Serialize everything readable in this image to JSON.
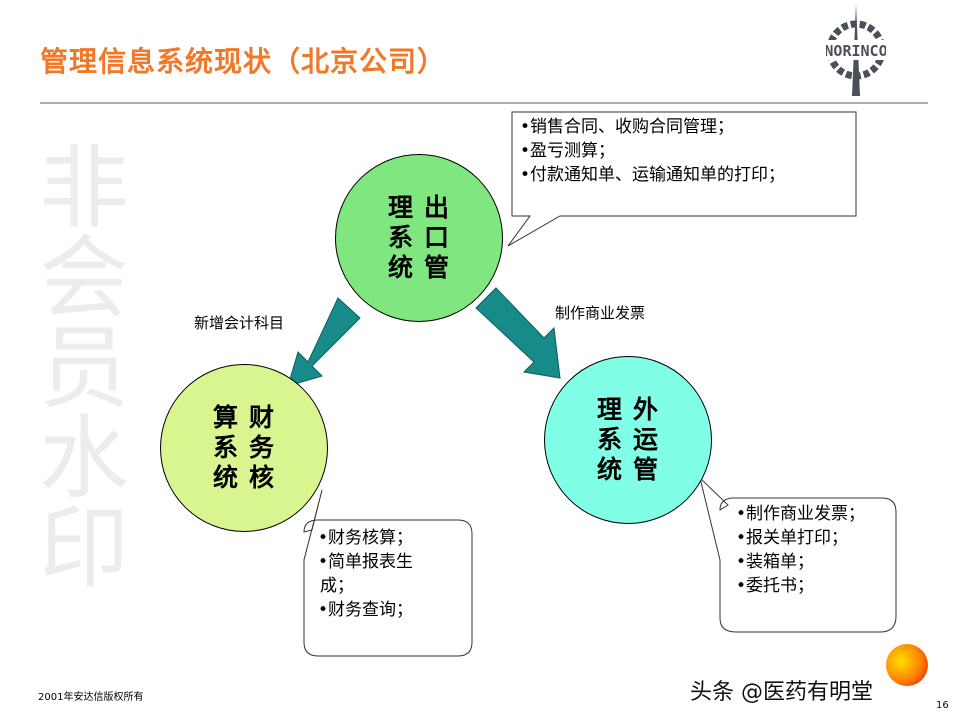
{
  "title": "管理信息系统现状（北京公司）",
  "logo_text": "NORINCO",
  "top_circle": {
    "right_col": "出口管",
    "left_col": "理系统",
    "color": "#80e680"
  },
  "left_circle": {
    "right_col": "财务核",
    "left_col": "算系统",
    "color": "#d8f590"
  },
  "right_circle": {
    "right_col": "外运管",
    "left_col": "理系统",
    "color": "#80ffe6"
  },
  "top_box": [
    "•销售合同、收购合同管理；",
    "•盈亏测算；",
    "•付款通知单、运输通知单的打印；"
  ],
  "left_box": [
    "•财务核算；",
    "•简单报表生",
    "成；",
    "•财务查询；"
  ],
  "right_box": [
    "•制作商业发票；",
    "•报关单打印；",
    "•装箱单；",
    "•委托书；"
  ],
  "arrow_left_label": "新增会计科目",
  "arrow_right_label": "制作商业发票",
  "watermark": "非会员水印",
  "footer_copyright": "2001年安达信版权所有",
  "footer_brand": "头条 @医药有明堂",
  "page_number": "16",
  "arrow_color": "#178a8a"
}
